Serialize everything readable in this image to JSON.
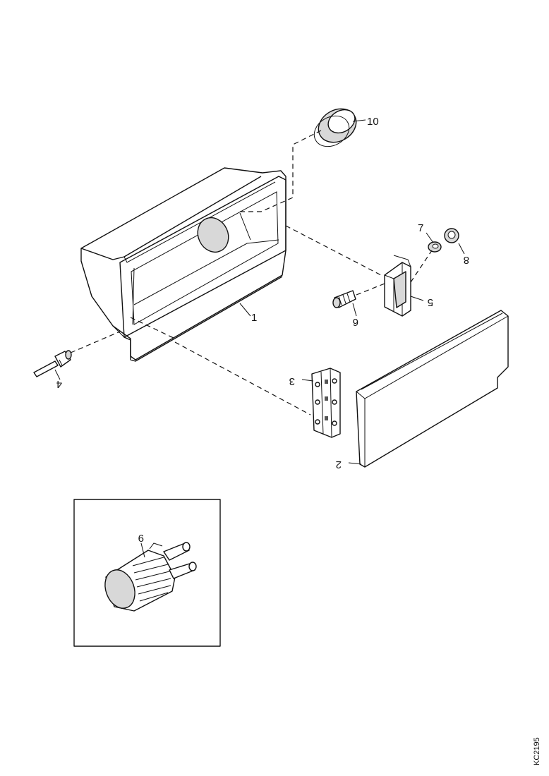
{
  "parts": {
    "p1": "1",
    "p2": "2",
    "p3": "3",
    "p4": "4",
    "p5": "5",
    "p6": "6",
    "p7": "7",
    "p8": "8",
    "p9": "9",
    "p10": "10"
  },
  "reference_code": "KC2195"
}
